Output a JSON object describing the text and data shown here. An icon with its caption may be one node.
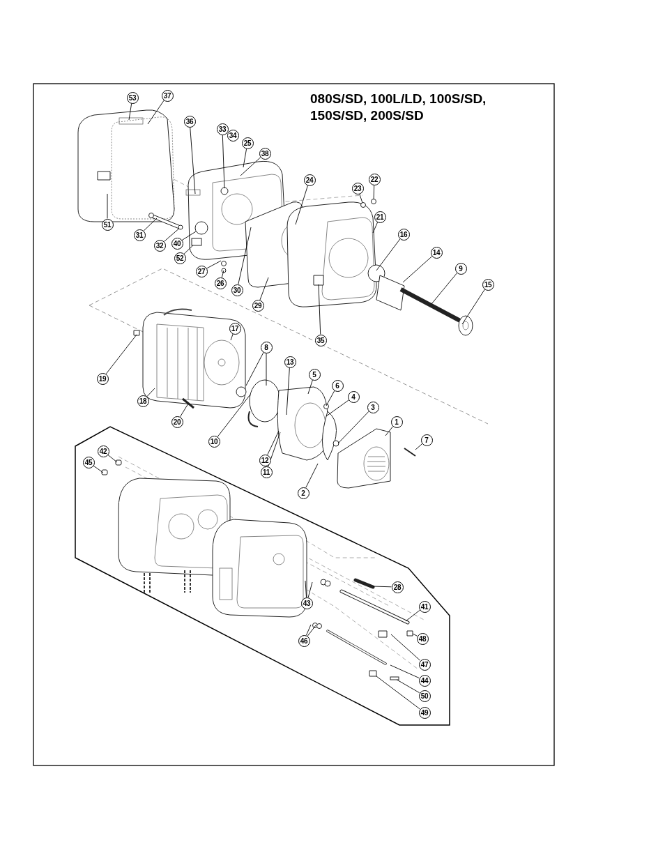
{
  "diagram": {
    "title": "080S/SD, 100L/LD, 100S/SD, 150S/SD, 200S/SD",
    "nodes": [
      {
        "text": [
          "53"
        ]
      },
      {
        "text": [
          "37"
        ]
      },
      {
        "text": [
          "36"
        ]
      },
      {
        "text": [
          "33"
        ]
      },
      {
        "text": [
          "34"
        ]
      },
      {
        "text": [
          "25"
        ]
      },
      {
        "text": [
          "38"
        ]
      },
      {
        "text": [
          "24"
        ]
      },
      {
        "text": [
          "23"
        ]
      },
      {
        "text": [
          "22"
        ]
      },
      {
        "text": [
          "21"
        ]
      },
      {
        "text": [
          "16"
        ]
      },
      {
        "text": [
          "14"
        ]
      },
      {
        "text": [
          "9"
        ]
      },
      {
        "text": [
          "15"
        ]
      },
      {
        "text": [
          "51"
        ]
      },
      {
        "text": [
          "31"
        ]
      },
      {
        "text": [
          "32"
        ]
      },
      {
        "text": [
          "40"
        ]
      },
      {
        "text": [
          "52"
        ]
      },
      {
        "text": [
          "27"
        ]
      },
      {
        "text": [
          "26"
        ]
      },
      {
        "text": [
          "30"
        ]
      },
      {
        "text": [
          "29"
        ]
      },
      {
        "text": [
          "35"
        ]
      },
      {
        "text": [
          "17"
        ]
      },
      {
        "text": [
          "8"
        ]
      },
      {
        "text": [
          "13"
        ]
      },
      {
        "text": [
          "5"
        ]
      },
      {
        "text": [
          "6"
        ]
      },
      {
        "text": [
          "4"
        ]
      },
      {
        "text": [
          "3"
        ]
      },
      {
        "text": [
          "1"
        ]
      },
      {
        "text": [
          "7"
        ]
      },
      {
        "text": [
          "19"
        ]
      },
      {
        "text": [
          "18"
        ]
      },
      {
        "text": [
          "20"
        ]
      },
      {
        "text": [
          "10"
        ]
      },
      {
        "text": [
          "12"
        ]
      },
      {
        "text": [
          "11"
        ]
      },
      {
        "text": [
          "2"
        ]
      },
      {
        "text": [
          "42"
        ]
      },
      {
        "text": [
          "45"
        ]
      },
      {
        "text": [
          "28"
        ]
      },
      {
        "text": [
          "43"
        ]
      },
      {
        "text": [
          "41"
        ]
      },
      {
        "text": [
          "48"
        ]
      },
      {
        "text": [
          "46"
        ]
      },
      {
        "text": [
          "47"
        ]
      },
      {
        "text": [
          "44"
        ]
      },
      {
        "text": [
          "50"
        ]
      },
      {
        "text": [
          "49"
        ]
      },
      {
        "text": [],
        "shape": "circle"
      },
      {
        "text": [],
        "shape": "circle"
      },
      {
        "text": [],
        "shape": "box"
      },
      {
        "text": [],
        "shape": "circle"
      },
      {
        "text": [],
        "shape": "circle"
      },
      {
        "text": [],
        "shape": "box"
      }
    ],
    "edges": [
      {
        "from": 0,
        "to": null,
        "arrow": "none"
      },
      {
        "from": 1,
        "to": null,
        "arrow": "none"
      },
      {
        "from": 2,
        "to": null,
        "arrow": "none"
      },
      {
        "from": 3,
        "to": null,
        "arrow": "none"
      },
      {
        "from": 5,
        "to": null,
        "arrow": "none"
      },
      {
        "from": 6,
        "to": null,
        "arrow": "none"
      },
      {
        "from": 7,
        "to": null,
        "arrow": "none"
      },
      {
        "from": 8,
        "to": 55,
        "arrow": "none"
      },
      {
        "from": 9,
        "to": 52,
        "arrow": "none"
      },
      {
        "from": 10,
        "to": null,
        "arrow": "none"
      },
      {
        "from": 11,
        "to": null,
        "arrow": "none"
      },
      {
        "from": 12,
        "to": null,
        "arrow": "none"
      },
      {
        "from": 13,
        "to": null,
        "arrow": "none"
      },
      {
        "from": 14,
        "to": null,
        "arrow": "none"
      },
      {
        "from": 15,
        "to": null,
        "arrow": "none"
      },
      {
        "from": 16,
        "to": null,
        "arrow": "none"
      },
      {
        "from": 17,
        "to": 53,
        "arrow": "none"
      },
      {
        "from": 18,
        "to": 56,
        "arrow": "none"
      },
      {
        "from": 19,
        "to": 54,
        "arrow": "none"
      },
      {
        "from": 20,
        "to": null,
        "arrow": "none"
      },
      {
        "from": 21,
        "to": null,
        "arrow": "none"
      },
      {
        "from": 22,
        "to": null,
        "arrow": "none"
      },
      {
        "from": 23,
        "to": null,
        "arrow": "none"
      },
      {
        "from": 24,
        "to": null,
        "arrow": "none"
      },
      {
        "from": 25,
        "to": null,
        "arrow": "none"
      },
      {
        "from": 26,
        "to": null,
        "arrow": "none"
      },
      {
        "from": 26,
        "to": null,
        "arrow": "none"
      },
      {
        "from": 27,
        "to": null,
        "arrow": "none"
      },
      {
        "from": 28,
        "to": null,
        "arrow": "none"
      },
      {
        "from": 29,
        "to": null,
        "arrow": "none"
      },
      {
        "from": 30,
        "to": null,
        "arrow": "none"
      },
      {
        "from": 31,
        "to": null,
        "arrow": "none"
      },
      {
        "from": 32,
        "to": null,
        "arrow": "none"
      },
      {
        "from": 33,
        "to": null,
        "arrow": "none"
      },
      {
        "from": 34,
        "to": null,
        "arrow": "none"
      },
      {
        "from": 35,
        "to": null,
        "arrow": "none"
      },
      {
        "from": 36,
        "to": null,
        "arrow": "none"
      },
      {
        "from": 37,
        "to": null,
        "arrow": "none"
      },
      {
        "from": 38,
        "to": null,
        "arrow": "none"
      },
      {
        "from": 39,
        "to": null,
        "arrow": "none"
      },
      {
        "from": 40,
        "to": null,
        "arrow": "none"
      },
      {
        "from": 41,
        "to": null,
        "arrow": "none"
      },
      {
        "from": 42,
        "to": null,
        "arrow": "none"
      },
      {
        "from": 43,
        "to": null,
        "arrow": "none"
      },
      {
        "from": 44,
        "to": null,
        "arrow": "none"
      },
      {
        "from": 44,
        "to": null,
        "arrow": "none"
      },
      {
        "from": 45,
        "to": null,
        "arrow": "none"
      },
      {
        "from": 46,
        "to": null,
        "arrow": "none"
      },
      {
        "from": 47,
        "to": null,
        "arrow": "none"
      },
      {
        "from": 47,
        "to": null,
        "arrow": "none"
      },
      {
        "from": 48,
        "to": null,
        "arrow": "none"
      },
      {
        "from": 49,
        "to": null,
        "arrow": "none"
      },
      {
        "from": 50,
        "to": 57,
        "arrow": "none"
      },
      {
        "from": 51,
        "to": null,
        "arrow": "none"
      }
    ]
  }
}
